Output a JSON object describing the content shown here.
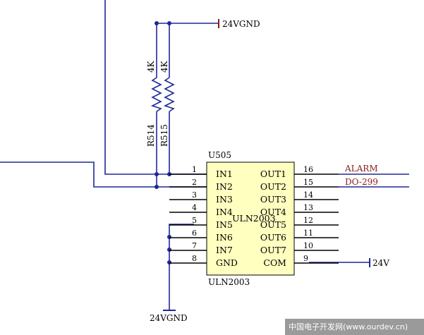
{
  "ic": {
    "designator": "U505",
    "part": "ULN2003",
    "center_label": "ULN2003",
    "fill": "#ffffc0",
    "left_pins": [
      {
        "num": "1",
        "name": "IN1"
      },
      {
        "num": "2",
        "name": "IN2"
      },
      {
        "num": "3",
        "name": "IN3"
      },
      {
        "num": "4",
        "name": "IN4"
      },
      {
        "num": "5",
        "name": "IN5"
      },
      {
        "num": "6",
        "name": "IN6"
      },
      {
        "num": "7",
        "name": "IN7"
      },
      {
        "num": "8",
        "name": "GND"
      }
    ],
    "right_pins": [
      {
        "num": "16",
        "name": "OUT1"
      },
      {
        "num": "15",
        "name": "OUT2"
      },
      {
        "num": "14",
        "name": "OUT3"
      },
      {
        "num": "13",
        "name": "OUT4"
      },
      {
        "num": "12",
        "name": "OUT5"
      },
      {
        "num": "11",
        "name": "OUT6"
      },
      {
        "num": "10",
        "name": "OUT7"
      },
      {
        "num": "9",
        "name": "COM"
      }
    ]
  },
  "resistors": [
    {
      "designator": "R514",
      "value": "4K"
    },
    {
      "designator": "R515",
      "value": "4K"
    }
  ],
  "nets": {
    "alarm": "ALARM",
    "do299": "DO-299",
    "gnd_top": "24VGND",
    "gnd_bottom": "24VGND",
    "com_supply": "24V"
  },
  "colors": {
    "wire": "#1e2896",
    "net_label": "#8b1a1a",
    "ic_fill": "#ffffc0"
  },
  "watermark": "中国电子开发网(www.ourdev.cn)"
}
